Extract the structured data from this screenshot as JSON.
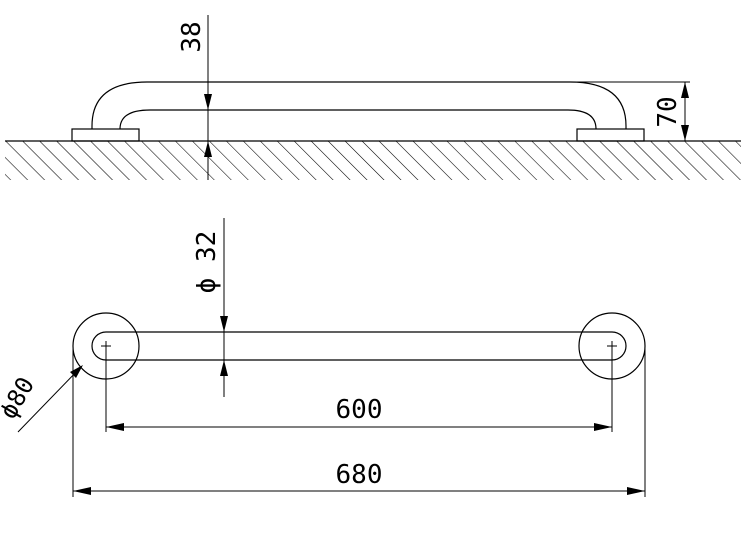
{
  "side_view": {
    "bar_diameter_label": "38",
    "height_label": "70"
  },
  "plan_view": {
    "tube_diameter_label": "ϕ 32",
    "flange_diameter_label": "ϕ80",
    "hole_spacing_label": "600",
    "overall_length_label": "680"
  },
  "colors": {
    "line": "#000000",
    "background": "#ffffff"
  }
}
